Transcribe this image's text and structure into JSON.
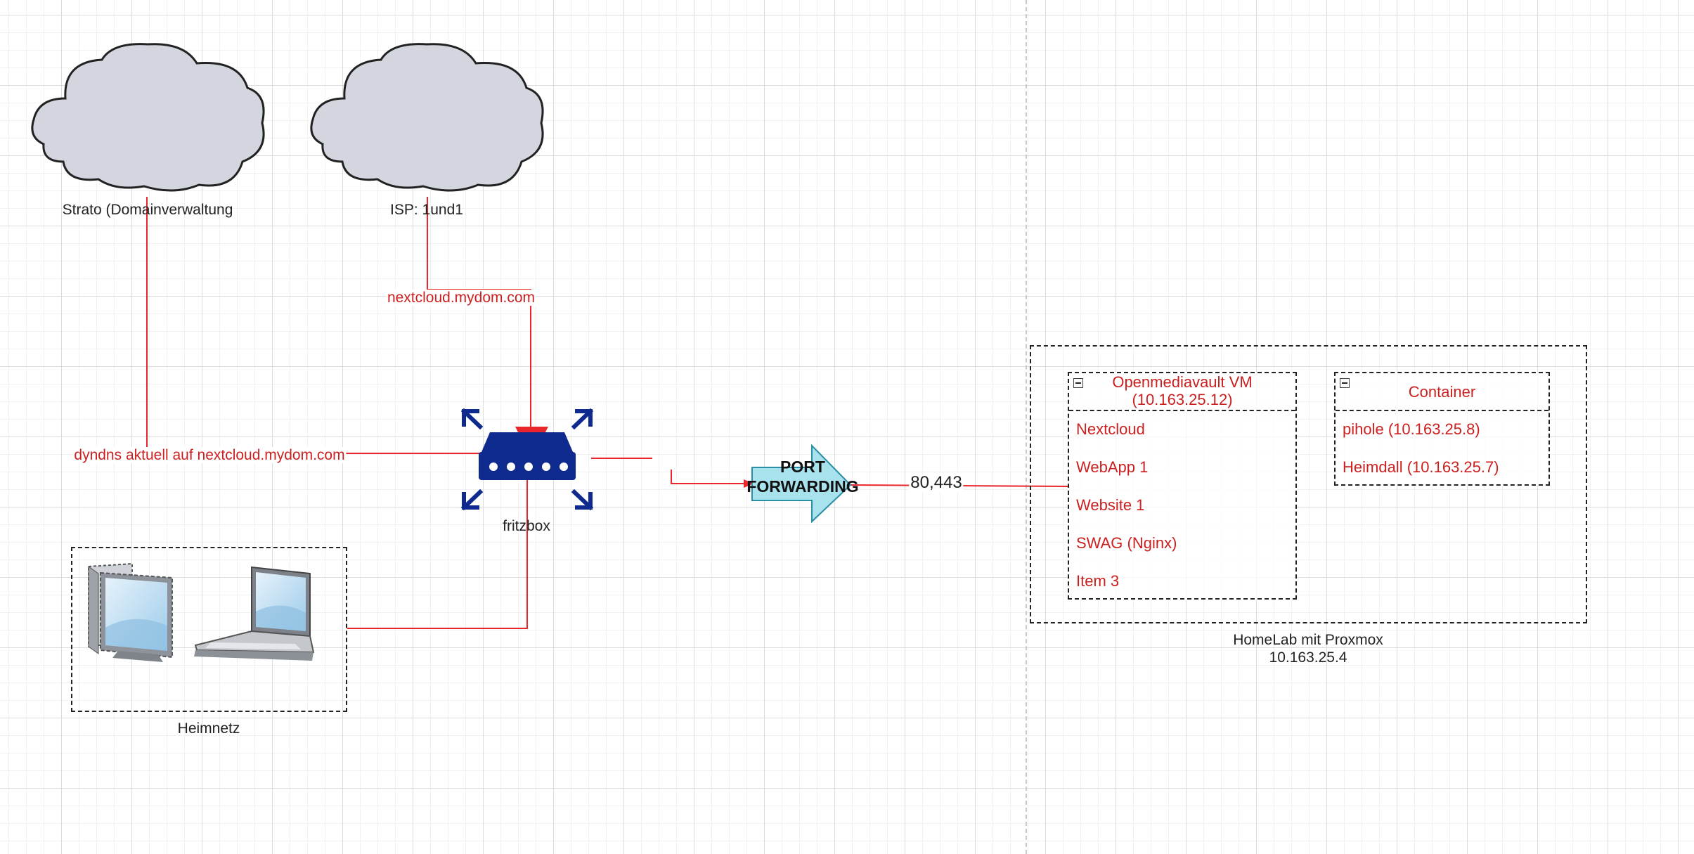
{
  "clouds": {
    "strato_label": "Strato (Domainverwaltung",
    "isp_label": "ISP: 1und1"
  },
  "edge_labels": {
    "nextcloud_domain": "nextcloud.mydom.com",
    "dyndns": "dyndns aktuell auf nextcloud.mydom.com",
    "ports": "80,443"
  },
  "router": {
    "label": "fritzbox"
  },
  "port_forwarding": {
    "label_line1": "PORT",
    "label_line2": "FORWARDING"
  },
  "heimnetz": {
    "label": "Heimnetz"
  },
  "homelab": {
    "label_line1": "HomeLab mit Proxmox",
    "label_line2": "10.163.25.4",
    "vm": {
      "title_line1": "Openmediavault VM",
      "title_line2": "(10.163.25.12)",
      "items": [
        "Nextcloud",
        "WebApp 1",
        "Website 1",
        "SWAG (Nginx)",
        "Item 3"
      ]
    },
    "container": {
      "title": "Container",
      "items": [
        "pihole (10.163.25.8)",
        "Heimdall (10.163.25.7)"
      ]
    }
  },
  "colors": {
    "connector": "#e8262b",
    "label_red": "#cc1f1f",
    "cloud_fill": "#d3d6de",
    "router_blue": "#0e2a8e",
    "arrow_fill": "#a8e2ec",
    "arrow_stroke": "#2a8fa6"
  }
}
